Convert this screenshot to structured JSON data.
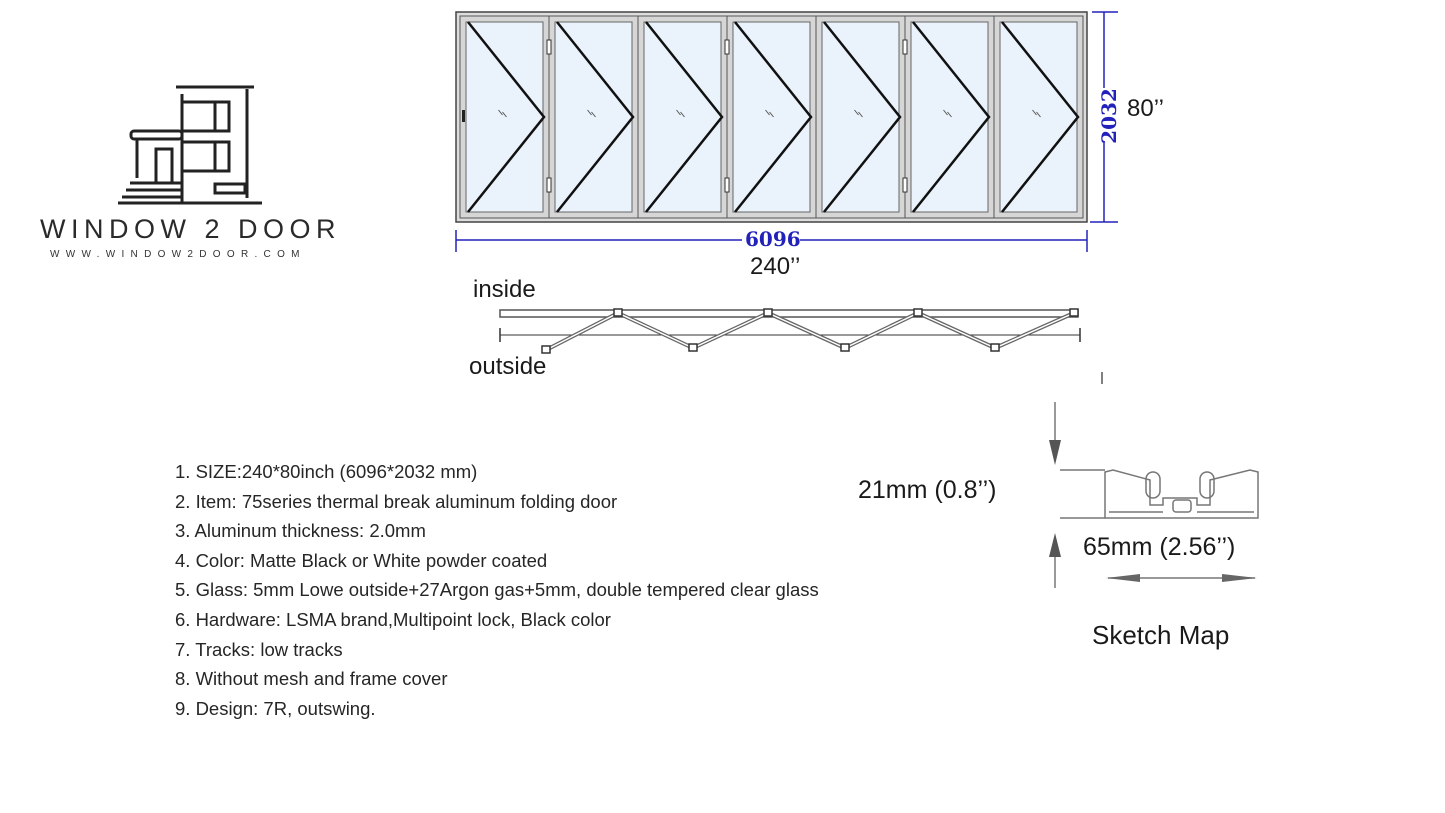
{
  "logo": {
    "name": "WINDOW 2 DOOR",
    "url": "WWW.WINDOW2DOOR.COM"
  },
  "elevation": {
    "panel_count": 7,
    "width_mm": "6096",
    "height_mm": "2032",
    "width_in": "240’’",
    "height_in": "80’’",
    "dimension_color": "#2222bb"
  },
  "plan": {
    "inside_label": "inside",
    "outside_label": "outside"
  },
  "specs": [
    "1. SIZE:240*80inch (6096*2032 mm)",
    "2. Item: 75series thermal break aluminum folding door",
    "3. Aluminum thickness: 2.0mm",
    "4. Color:  Matte Black or White powder coated",
    "5. Glass: 5mm Lowe outside+27Argon gas+5mm, double tempered clear glass",
    "6. Hardware: LSMA brand,Multipoint lock, Black color",
    "7. Tracks: low tracks",
    "8. Without mesh and frame cover",
    "9. Design:   7R,   outswing."
  ],
  "sketch": {
    "height_label": "21mm (0.8’’)",
    "width_label": "65mm (2.56’’)",
    "title": "Sketch Map"
  }
}
